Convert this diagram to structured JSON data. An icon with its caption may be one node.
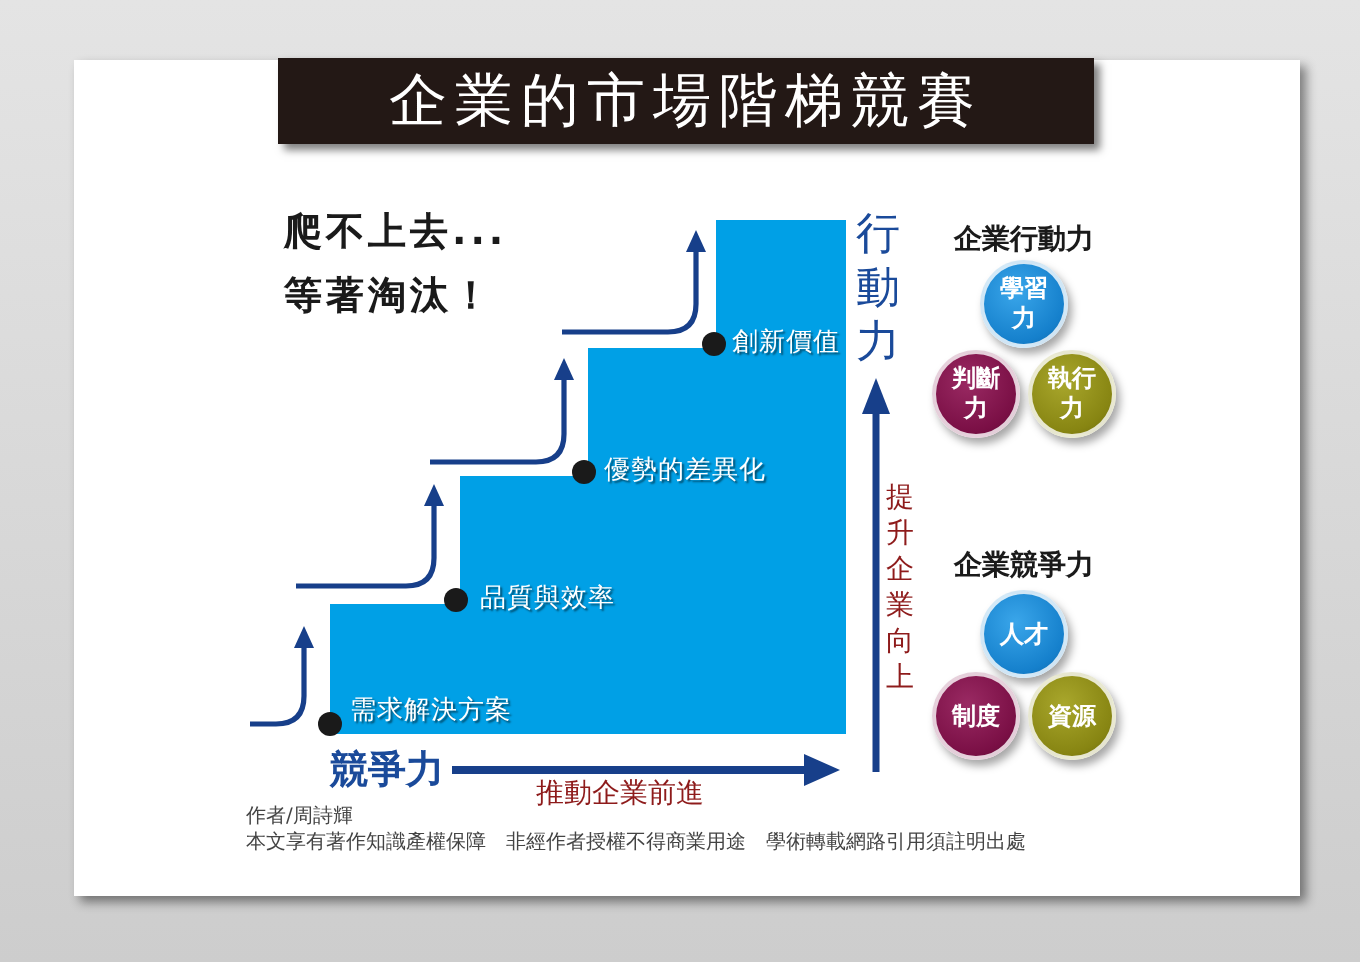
{
  "diagram": {
    "title": "企業的市場階梯競賽",
    "nodes": [
      {
        "text": [
          "需求解決方案",
          "品質與效率",
          "優勢的差異化",
          "創新價值"
        ]
      },
      {
        "text": [
          "學習力"
        ]
      },
      {
        "text": [
          "判斷力"
        ]
      },
      {
        "text": [
          "執行力"
        ]
      },
      {
        "text": [
          "人才"
        ]
      },
      {
        "text": [
          "制度"
        ]
      },
      {
        "text": [
          "資源"
        ]
      }
    ],
    "labels": [
      "爬不上去...",
      "等著淘汰！",
      "行動力",
      "企業行動力",
      "提升企業向上",
      "企業競爭力",
      "競爭力",
      "推動企業前進",
      "作者/周詩輝",
      "本文享有著作知識產權保障　非經作者授權不得商業用途　學術轉載網路引用須註明出處"
    ]
  }
}
